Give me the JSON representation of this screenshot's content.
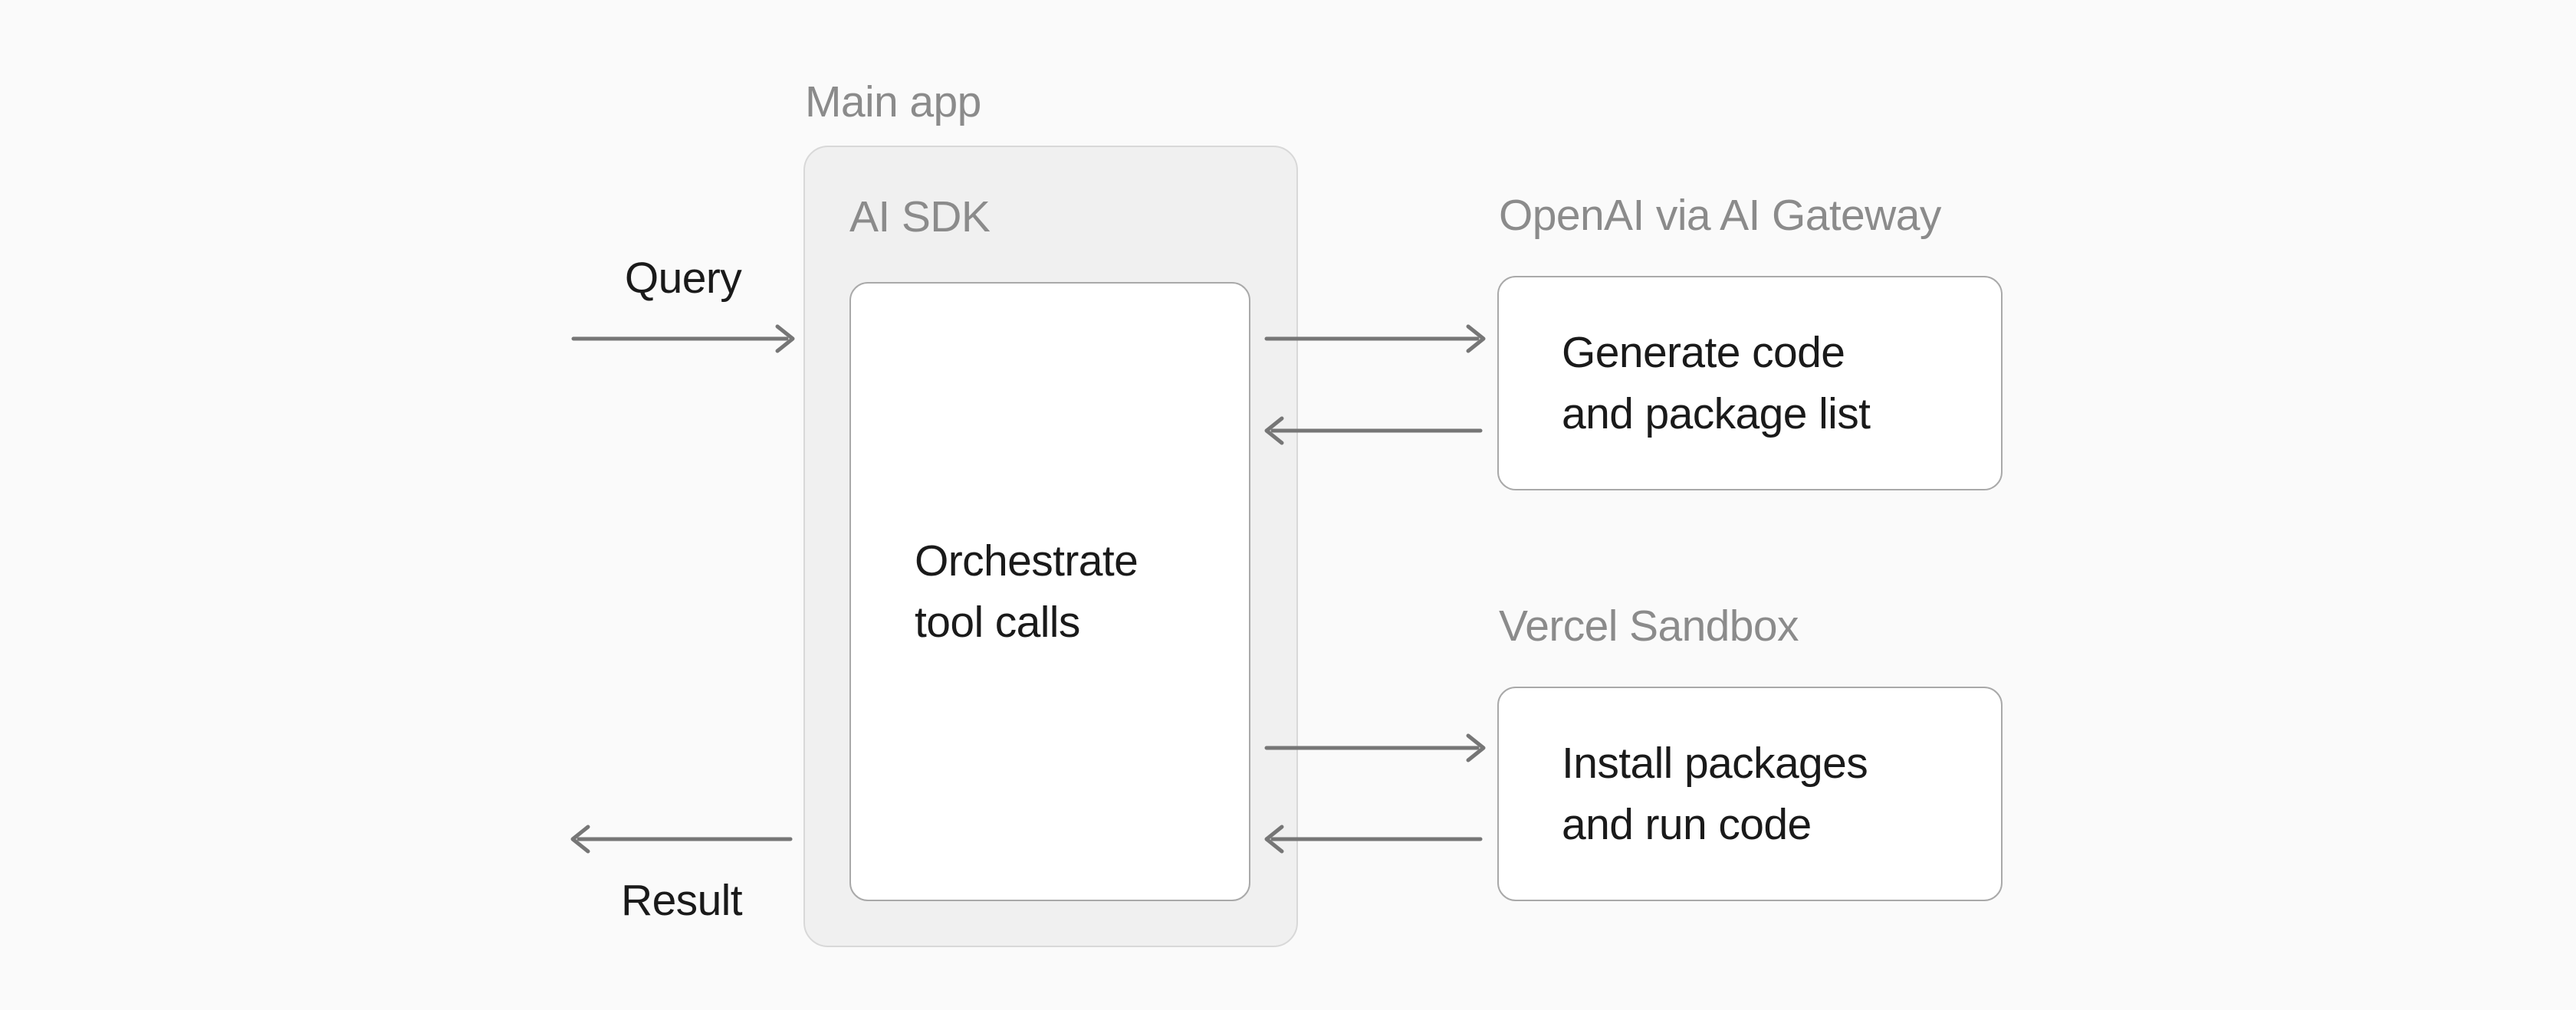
{
  "colors": {
    "bg": "#fafafa",
    "container_fill": "#f0f0f0",
    "container_border": "#d8d8d8",
    "box_fill": "#ffffff",
    "box_border": "#a9a9a9",
    "arrow": "#767676",
    "label_text": "#8b8b8b",
    "body_text": "#1a1a1a"
  },
  "labels": {
    "main_app": "Main app",
    "ai_sdk": "AI SDK",
    "openai_gateway": "OpenAI via AI Gateway",
    "vercel_sandbox": "Vercel Sandbox",
    "query": "Query",
    "result": "Result"
  },
  "boxes": {
    "orchestrate": {
      "lines": [
        "Orchestrate",
        "tool calls"
      ]
    },
    "generate": {
      "lines": [
        "Generate code",
        "and package list"
      ]
    },
    "install": {
      "lines": [
        "Install packages",
        "and run code"
      ]
    }
  }
}
